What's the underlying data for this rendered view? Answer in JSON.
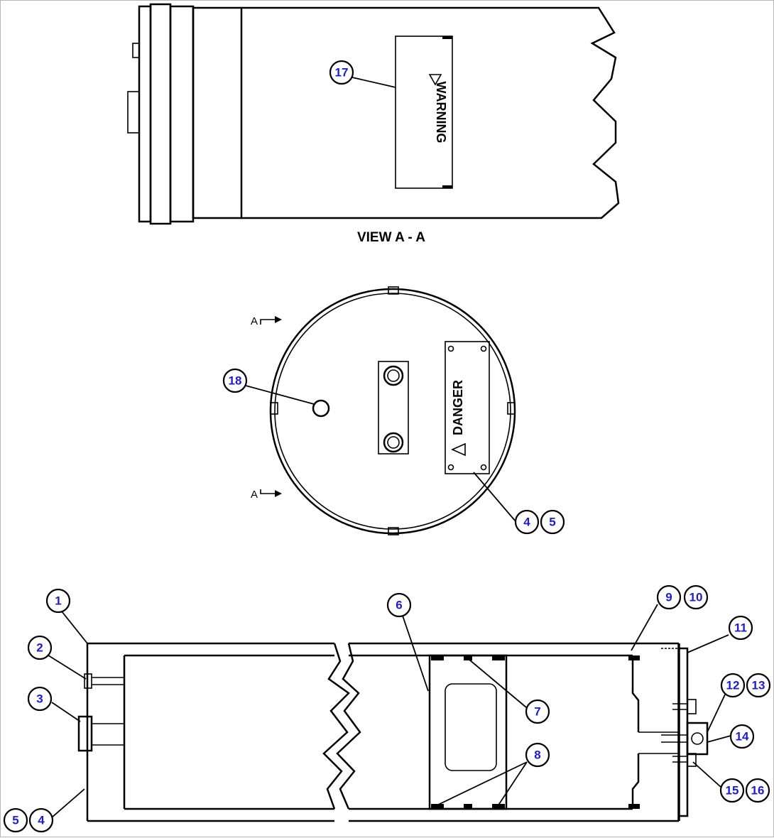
{
  "view_caption": "VIEW  A - A",
  "decal_warning_text": "WARNING",
  "decal_danger_text": "DANGER",
  "section_marker": "A",
  "callouts": [
    "1",
    "2",
    "3",
    "4",
    "5",
    "6",
    "7",
    "8",
    "9",
    "10",
    "11",
    "12",
    "13",
    "14",
    "15",
    "16",
    "17",
    "18"
  ],
  "colors": {
    "callout_number": "#1c1ccc",
    "line": "#000000",
    "background": "#ffffff"
  }
}
